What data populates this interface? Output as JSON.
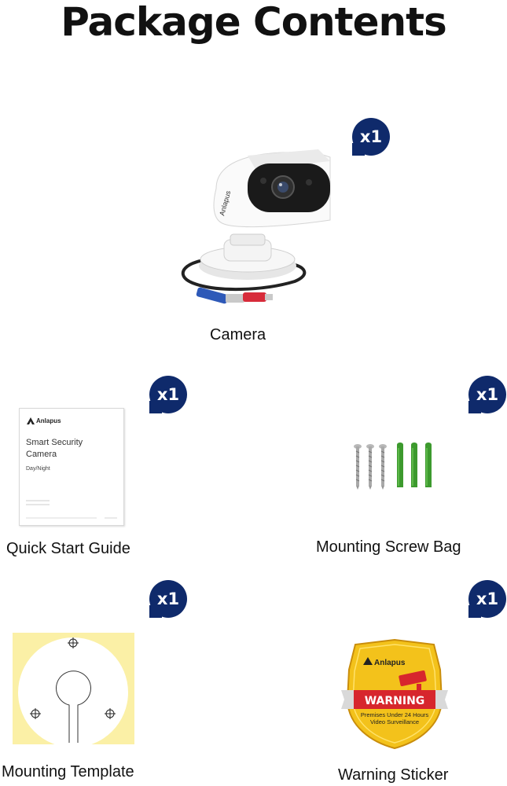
{
  "page_title": "Package Contents",
  "items": [
    {
      "label": "Camera",
      "qty": "x1"
    },
    {
      "label": "Quick Start Guide",
      "qty": "x1"
    },
    {
      "label": "Mounting Screw Bag",
      "qty": "x1"
    },
    {
      "label": "Mounting Template",
      "qty": "x1"
    },
    {
      "label": "Warning Sticker",
      "qty": "x1"
    }
  ],
  "camera_brand": "Anlapus",
  "guide": {
    "brand": "Anlapus",
    "title_line1": "Smart Security",
    "title_line2": "Camera",
    "subtitle": "Day/Night"
  },
  "sticker": {
    "brand": "Anlapus",
    "warning": "WARNING",
    "line1": "Premises Under 24 Hours",
    "line2": "Video Surveillance"
  },
  "colors": {
    "badge": "#0f2a6b",
    "template_bg": "#fbf0a6",
    "anchor_green": "#3d9a2e",
    "sticker_yellow": "#f3c21b",
    "warning_red": "#d7262d"
  }
}
